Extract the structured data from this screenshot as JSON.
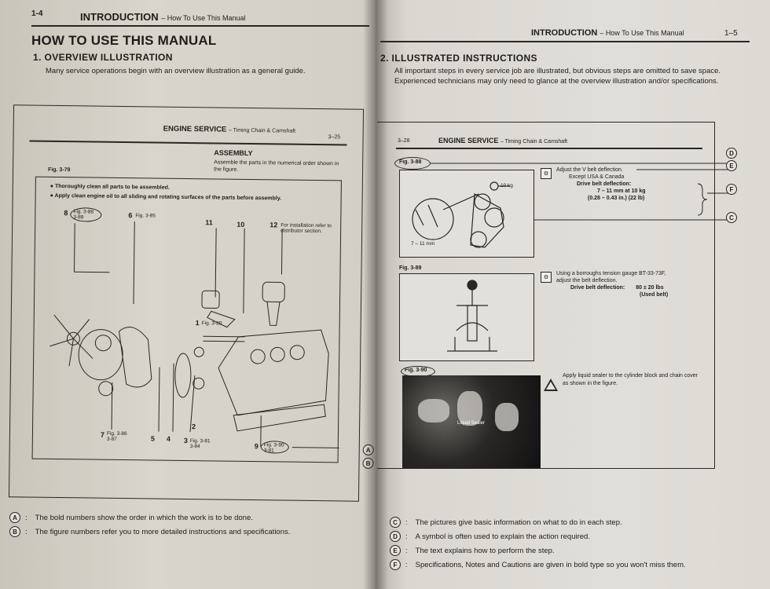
{
  "left": {
    "page_number": "1-4",
    "header_title": "INTRODUCTION",
    "header_sub": "– How To Use This Manual",
    "heading": "HOW TO USE THIS MANUAL",
    "section_heading": "1.  OVERVIEW ILLUSTRATION",
    "intro_text": "Many service operations begin with an overview illustration as a general guide.",
    "sample": {
      "header_title": "ENGINE SERVICE",
      "header_sub": "– Timing Chain & Camshaft",
      "page_number": "3–25",
      "assembly_heading": "ASSEMBLY",
      "assembly_text": "Assemble the parts in the numerical order shown in the figure.",
      "fig_label": "Fig. 3-79",
      "bullet1": "Thoroughly clean all parts to be assembled.",
      "bullet2": "Apply clean engine oil to all sliding and rotating surfaces of the parts before assembly.",
      "install_note": "For installation refer to distributor section.",
      "callouts": {
        "n8": "8",
        "n8_ref": "Fig. 3-88\n3-89",
        "n6": "6",
        "n6_ref": "Fig. 3-85",
        "n11": "11",
        "n10": "10",
        "n12": "12",
        "n1": "1",
        "n1_ref": "Fig. 3-80",
        "n7": "7",
        "n7_ref": "Fig. 3-86\n3-87",
        "n5": "5",
        "n4": "4",
        "n3": "3",
        "n3_ref": "Fig. 3-81\n3-84",
        "n2": "2",
        "n9": "9",
        "n9_ref": "Fig. 3-90\n3-91"
      }
    },
    "legend": [
      {
        "letter": "A",
        "text": "The bold numbers show the order in which the work is to be done."
      },
      {
        "letter": "B",
        "text": "The figure numbers refer you to more detailed instructions and specifications."
      }
    ]
  },
  "right": {
    "header_title": "INTRODUCTION",
    "header_sub": "– How To Use This Manual",
    "page_number": "1–5",
    "section_heading": "2.  ILLUSTRATED INSTRUCTIONS",
    "intro_line1": "All important steps in every service job are illustrated, but obvious steps are omitted to save space.",
    "intro_line2": "Experienced technicians may only need to glance at the overview illustration and/or specifications.",
    "sample": {
      "page_number": "3–28",
      "header_title": "ENGINE SERVICE",
      "header_sub": "– Timing Chain & Camshaft",
      "fig1": {
        "label": "Fig. 3-88",
        "weight": "10 kg",
        "deflection": "7 – 11 mm",
        "line1": "Adjust the V belt deflection.",
        "line2": "Except USA & Canada",
        "line3": "Drive belt deflection:",
        "spec1": "7 – 11 mm at 10 kg",
        "spec2": "(0.28 – 0.43 in.) (22 lb)"
      },
      "fig2": {
        "label": "Fig. 3-89",
        "line1": "Using a borroughs tension gauge BT-33-73F,",
        "line2": "adjust the belt deflection.",
        "spec_label": "Drive belt deflection:",
        "spec_value": "80 ± 20 lbs",
        "spec_note": "(Used belt)"
      },
      "fig3": {
        "label": "Fig. 3-90",
        "text": "Apply liquid sealer to the cylinder block and chain cover as shown in the figure.",
        "photo_label": "Liquid Sealer"
      }
    },
    "callout_letters": [
      "D",
      "E",
      "F",
      "C"
    ],
    "legend": [
      {
        "letter": "C",
        "text": "The pictures give basic information on what to do in each step."
      },
      {
        "letter": "D",
        "text": "A symbol is often used to explain the action required."
      },
      {
        "letter": "E",
        "text": "The text explains how to perform the step."
      },
      {
        "letter": "F",
        "text": "Specifications, Notes and Cautions are given in bold type so you won't miss them."
      }
    ]
  }
}
